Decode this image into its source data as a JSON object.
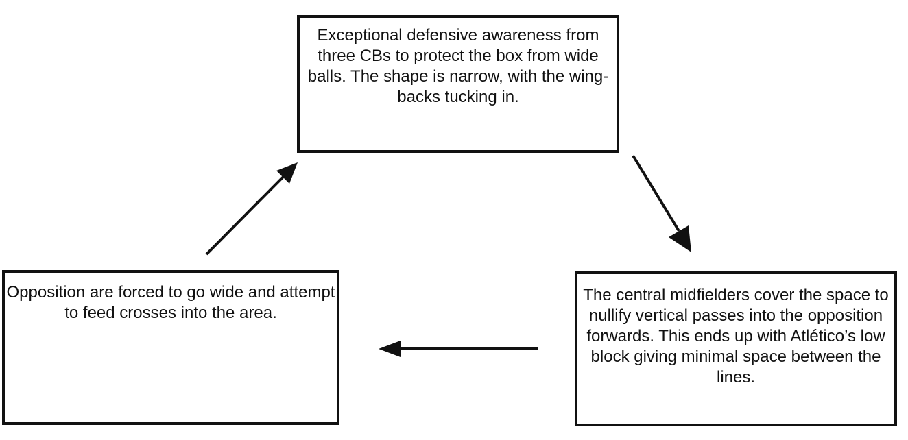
{
  "diagram": {
    "nodes": [
      {
        "id": "top",
        "text": "Exceptional defensive awareness from three CBs to protect the box from wide balls. The shape is narrow, with the wing-backs tucking in."
      },
      {
        "id": "right",
        "text": "The central midfielders cover the space to nullify vertical passes into the opposition forwards. This ends up with Atlético’s low block giving minimal space between the lines."
      },
      {
        "id": "left",
        "text": "Opposition are forced to go wide and attempt to feed crosses into the area."
      }
    ],
    "edges": [
      {
        "from": "top",
        "to": "right"
      },
      {
        "from": "right",
        "to": "left"
      },
      {
        "from": "left",
        "to": "top"
      }
    ],
    "colors": {
      "stroke": "#111111",
      "background": "#ffffff",
      "text": "#111111"
    }
  }
}
